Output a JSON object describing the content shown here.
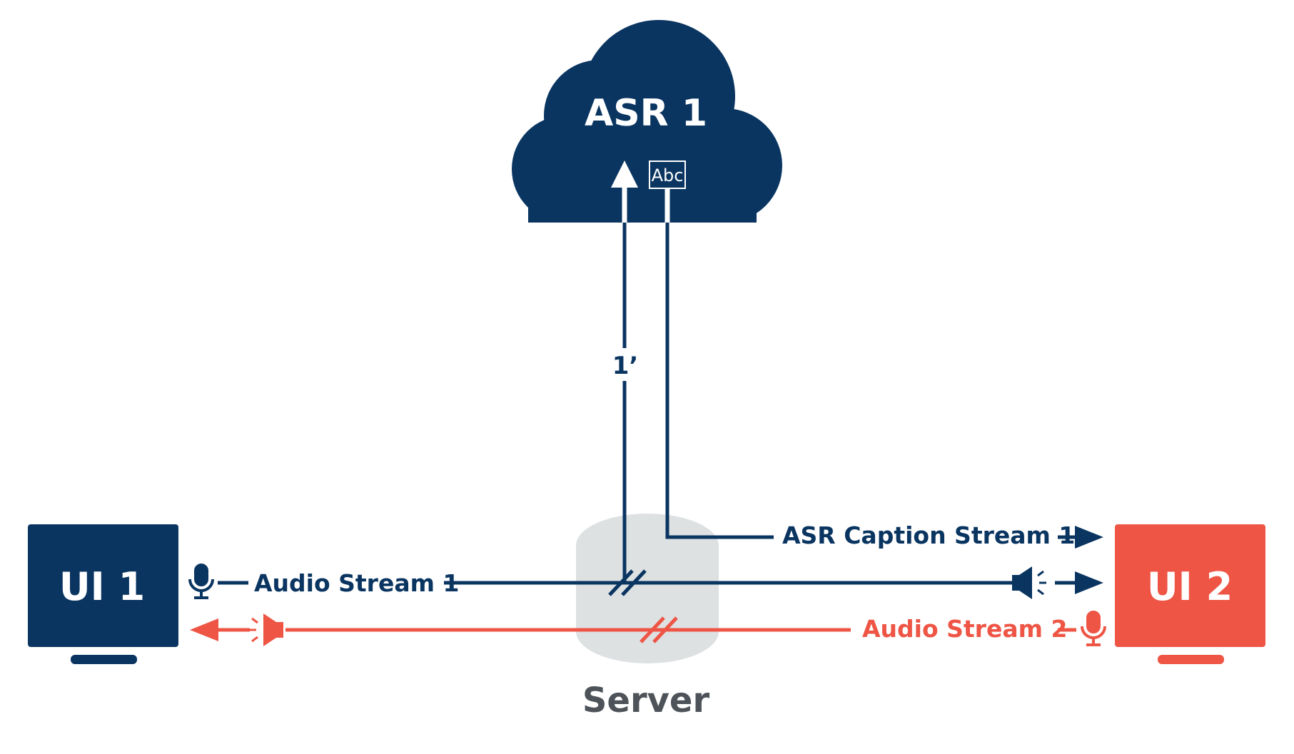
{
  "colors": {
    "navy": "#0a3561",
    "coral": "#ee5545",
    "server_fill": "#dde1e2",
    "server_text": "#4d5359",
    "background": "#ffffff"
  },
  "nodes": {
    "asr": {
      "label": "ASR 1",
      "text_badge": "Abc",
      "icon": "cloud-icon"
    },
    "server": {
      "label": "Server",
      "icon": "database-cylinder-icon"
    },
    "ui1": {
      "label": "UI 1",
      "icon": "monitor-icon"
    },
    "ui2": {
      "label": "UI 2",
      "icon": "monitor-icon"
    }
  },
  "streams": {
    "audio_1": "Audio Stream 1",
    "audio_2": "Audio Stream 2",
    "caption_1": "ASR Caption Stream 1",
    "forked_audio_marker": "1’"
  },
  "icons": [
    "microphone-icon",
    "speaker-icon"
  ]
}
